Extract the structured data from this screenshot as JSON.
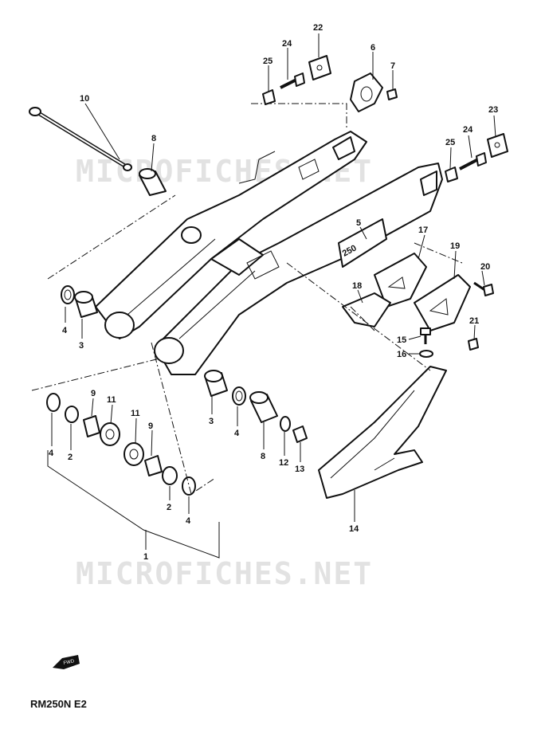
{
  "watermark": "MICROFICHES.NET",
  "model_code": "RM250N E2",
  "fwd_label": "FWD",
  "callouts": {
    "c1": "1",
    "c2a": "2",
    "c2b": "2",
    "c3a": "3",
    "c3b": "3",
    "c4a": "4",
    "c4b": "4",
    "c4c": "4",
    "c4d": "4",
    "c5": "5",
    "c6": "6",
    "c7": "7",
    "c8a": "8",
    "c8b": "8",
    "c9a": "9",
    "c9b": "9",
    "c10": "10",
    "c11a": "11",
    "c11b": "11",
    "c12": "12",
    "c13": "13",
    "c14": "14",
    "c15": "15",
    "c16": "16",
    "c17": "17",
    "c18": "18",
    "c19": "19",
    "c20": "20",
    "c21": "21",
    "c22": "22",
    "c23": "23",
    "c24a": "24",
    "c24b": "24",
    "c25a": "25",
    "c25b": "25"
  },
  "swingarm_decal": "250"
}
